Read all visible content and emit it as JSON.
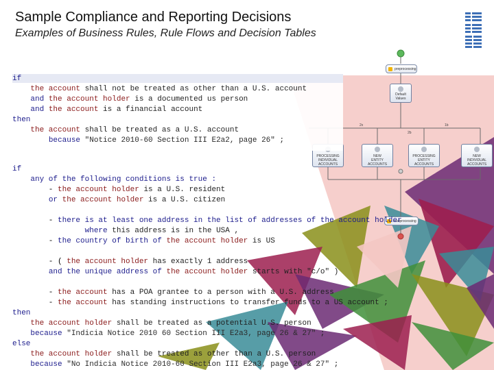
{
  "slide": {
    "title": "Sample Compliance and Reporting Decisions",
    "subtitle": "Examples of Business Rules, Rule Flows and Decision Tables",
    "logo": "IBM",
    "colors": {
      "crimson": "#9c1f4f",
      "purple": "#6b2a73",
      "teal": "#3a8c98",
      "olive": "#8a8f1a",
      "green": "#3f8f3a",
      "pink": "#f4c7c3"
    }
  },
  "rule1": {
    "lines": [
      {
        "parts": [
          {
            "t": "if",
            "c": "kw"
          }
        ]
      },
      {
        "parts": [
          {
            "t": "    "
          },
          {
            "t": "the account",
            "c": "ph"
          },
          {
            "t": " shall not be treated as other than a U.S. account",
            "c": "tx"
          }
        ]
      },
      {
        "parts": [
          {
            "t": "    "
          },
          {
            "t": "and",
            "c": "kw"
          },
          {
            "t": " "
          },
          {
            "t": "the account holder",
            "c": "ph"
          },
          {
            "t": " is a documented us person",
            "c": "tx"
          }
        ]
      },
      {
        "parts": [
          {
            "t": "    "
          },
          {
            "t": "and",
            "c": "kw"
          },
          {
            "t": " "
          },
          {
            "t": "the account",
            "c": "ph"
          },
          {
            "t": " is a financial account",
            "c": "tx"
          }
        ]
      },
      {
        "parts": [
          {
            "t": "then",
            "c": "kw"
          }
        ]
      },
      {
        "parts": [
          {
            "t": "    "
          },
          {
            "t": "the account",
            "c": "ph"
          },
          {
            "t": " shall be treated as a U.S. account",
            "c": "tx"
          }
        ]
      },
      {
        "parts": [
          {
            "t": "        "
          },
          {
            "t": "because",
            "c": "kw"
          },
          {
            "t": " "
          },
          {
            "t": "\"Notice 2010-60 Section III E2a2, page 26\"",
            "c": "str"
          },
          {
            "t": " ;",
            "c": "tx"
          }
        ]
      }
    ]
  },
  "rule2": {
    "lines": [
      {
        "parts": [
          {
            "t": "if",
            "c": "kw"
          }
        ]
      },
      {
        "parts": [
          {
            "t": "    "
          },
          {
            "t": "any of the following conditions is true :",
            "c": "kw"
          }
        ]
      },
      {
        "parts": [
          {
            "t": "        - "
          },
          {
            "t": "the account holder",
            "c": "ph"
          },
          {
            "t": " is a U.S. resident",
            "c": "tx"
          }
        ]
      },
      {
        "parts": [
          {
            "t": "        "
          },
          {
            "t": "or",
            "c": "kw"
          },
          {
            "t": " "
          },
          {
            "t": "the account holder",
            "c": "ph"
          },
          {
            "t": " is a U.S. citizen",
            "c": "tx"
          }
        ]
      },
      {
        "parts": [
          {
            "t": ""
          }
        ]
      },
      {
        "parts": [
          {
            "t": "        - "
          },
          {
            "t": "there is at least one address in the list of addresses of the account holder",
            "c": "kw"
          }
        ]
      },
      {
        "parts": [
          {
            "t": "                "
          },
          {
            "t": "where",
            "c": "kw"
          },
          {
            "t": " this address is in the USA ,",
            "c": "tx"
          }
        ]
      },
      {
        "parts": [
          {
            "t": "        - "
          },
          {
            "t": "the country of birth of",
            "c": "kw"
          },
          {
            "t": " "
          },
          {
            "t": "the account holder",
            "c": "ph"
          },
          {
            "t": " is US",
            "c": "tx"
          }
        ]
      },
      {
        "parts": [
          {
            "t": ""
          }
        ]
      },
      {
        "parts": [
          {
            "t": "        - ( "
          },
          {
            "t": "the account holder",
            "c": "ph"
          },
          {
            "t": " has exactly 1 address",
            "c": "tx"
          }
        ]
      },
      {
        "parts": [
          {
            "t": "        "
          },
          {
            "t": "and",
            "c": "kw"
          },
          {
            "t": " "
          },
          {
            "t": "the unique address of",
            "c": "kw"
          },
          {
            "t": " "
          },
          {
            "t": "the account holder",
            "c": "ph"
          },
          {
            "t": " starts with \"c/o\" )",
            "c": "tx"
          }
        ]
      },
      {
        "parts": [
          {
            "t": ""
          }
        ]
      },
      {
        "parts": [
          {
            "t": "        - "
          },
          {
            "t": "the account",
            "c": "ph"
          },
          {
            "t": " has a POA grantee to a person with a U.S. address",
            "c": "tx"
          }
        ]
      },
      {
        "parts": [
          {
            "t": "        - "
          },
          {
            "t": "the account",
            "c": "ph"
          },
          {
            "t": " has standing instructions to transfer funds to a US account ;",
            "c": "tx"
          }
        ]
      },
      {
        "parts": [
          {
            "t": "then",
            "c": "kw"
          }
        ]
      },
      {
        "parts": [
          {
            "t": "    "
          },
          {
            "t": "the account holder",
            "c": "ph"
          },
          {
            "t": " shall be treated as a potential U.S. person",
            "c": "tx"
          }
        ]
      },
      {
        "parts": [
          {
            "t": "    "
          },
          {
            "t": "because",
            "c": "kw"
          },
          {
            "t": " "
          },
          {
            "t": "\"Indicia Notice 2010 60 Section III E2a3, page 26 & 27\"",
            "c": "str"
          },
          {
            "t": " ;",
            "c": "tx"
          }
        ]
      },
      {
        "parts": [
          {
            "t": "else",
            "c": "kw"
          }
        ]
      },
      {
        "parts": [
          {
            "t": "    "
          },
          {
            "t": "the account holder",
            "c": "ph"
          },
          {
            "t": " shall be treated as other than a U.S. person",
            "c": "tx"
          }
        ]
      },
      {
        "parts": [
          {
            "t": "    "
          },
          {
            "t": "because",
            "c": "kw"
          },
          {
            "t": " "
          },
          {
            "t": "\"No Indicia Notice 2010-60 Section III E2a3, page 26 & 27\"",
            "c": "str"
          },
          {
            "t": " ;",
            "c": "tx"
          }
        ]
      }
    ]
  },
  "ruleflow": {
    "preprocessing": "preprocessing",
    "default_values": [
      "Default",
      "Values"
    ],
    "branch_labels": [
      "2x",
      "2b",
      "1b"
    ],
    "tasks": [
      [
        "PROCESSING",
        "INDIVIDUAL",
        "ACCOUNTS"
      ],
      [
        "NEW",
        "ENTITY",
        "ACCOUNTS"
      ],
      [
        "PROCESSING",
        "ENTITY",
        "ACCOUNTS"
      ],
      [
        "NEW",
        "INDIVIDUAL",
        "ACCOUNTS"
      ]
    ],
    "totalprocessing": "totalprocessing"
  }
}
